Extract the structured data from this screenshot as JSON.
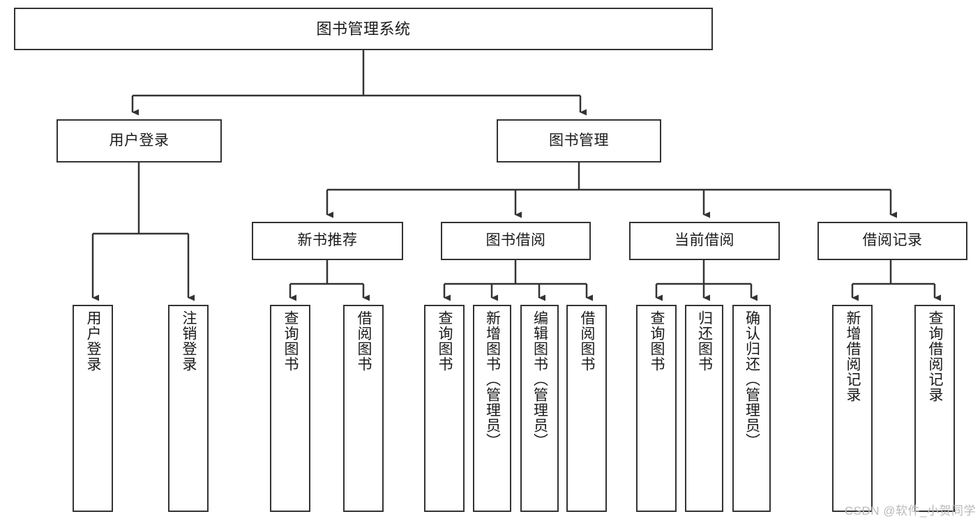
{
  "diagram": {
    "title": "图书管理系统",
    "watermark": "CSDN @软件_小贺同学",
    "stroke_color": "#333333",
    "background_color": "#ffffff",
    "root": {
      "id": "root",
      "label": "图书管理系统"
    },
    "level1": [
      {
        "id": "user-login",
        "label": "用户登录"
      },
      {
        "id": "book-manage",
        "label": "图书管理"
      }
    ],
    "level2": [
      {
        "id": "new-book-rec",
        "label": "新书推荐",
        "parent": "book-manage"
      },
      {
        "id": "book-borrow",
        "label": "图书借阅",
        "parent": "book-manage"
      },
      {
        "id": "current-borrow",
        "label": "当前借阅",
        "parent": "book-manage"
      },
      {
        "id": "borrow-record",
        "label": "借阅记录",
        "parent": "book-manage"
      }
    ],
    "leaves": [
      {
        "id": "leaf-user-login",
        "label": "用户登录",
        "parent": "user-login"
      },
      {
        "id": "leaf-logout",
        "label": "注销登录",
        "parent": "user-login"
      },
      {
        "id": "leaf-query-book-1",
        "label": "查询图书",
        "parent": "new-book-rec"
      },
      {
        "id": "leaf-borrow-book-1",
        "label": "借阅图书",
        "parent": "new-book-rec"
      },
      {
        "id": "leaf-query-book-2",
        "label": "查询图书",
        "parent": "book-borrow"
      },
      {
        "id": "leaf-add-book",
        "label": "新增图书（管理员）",
        "parent": "book-borrow"
      },
      {
        "id": "leaf-edit-book",
        "label": "编辑图书（管理员）",
        "parent": "book-borrow"
      },
      {
        "id": "leaf-borrow-book-2",
        "label": "借阅图书",
        "parent": "book-borrow"
      },
      {
        "id": "leaf-query-book-3",
        "label": "查询图书",
        "parent": "current-borrow"
      },
      {
        "id": "leaf-return-book",
        "label": "归还图书",
        "parent": "current-borrow"
      },
      {
        "id": "leaf-confirm-return",
        "label": "确认归还（管理员）",
        "parent": "current-borrow"
      },
      {
        "id": "leaf-add-record",
        "label": "新增借阅记录",
        "parent": "borrow-record"
      },
      {
        "id": "leaf-query-record",
        "label": "查询借阅记录",
        "parent": "borrow-record"
      }
    ]
  }
}
